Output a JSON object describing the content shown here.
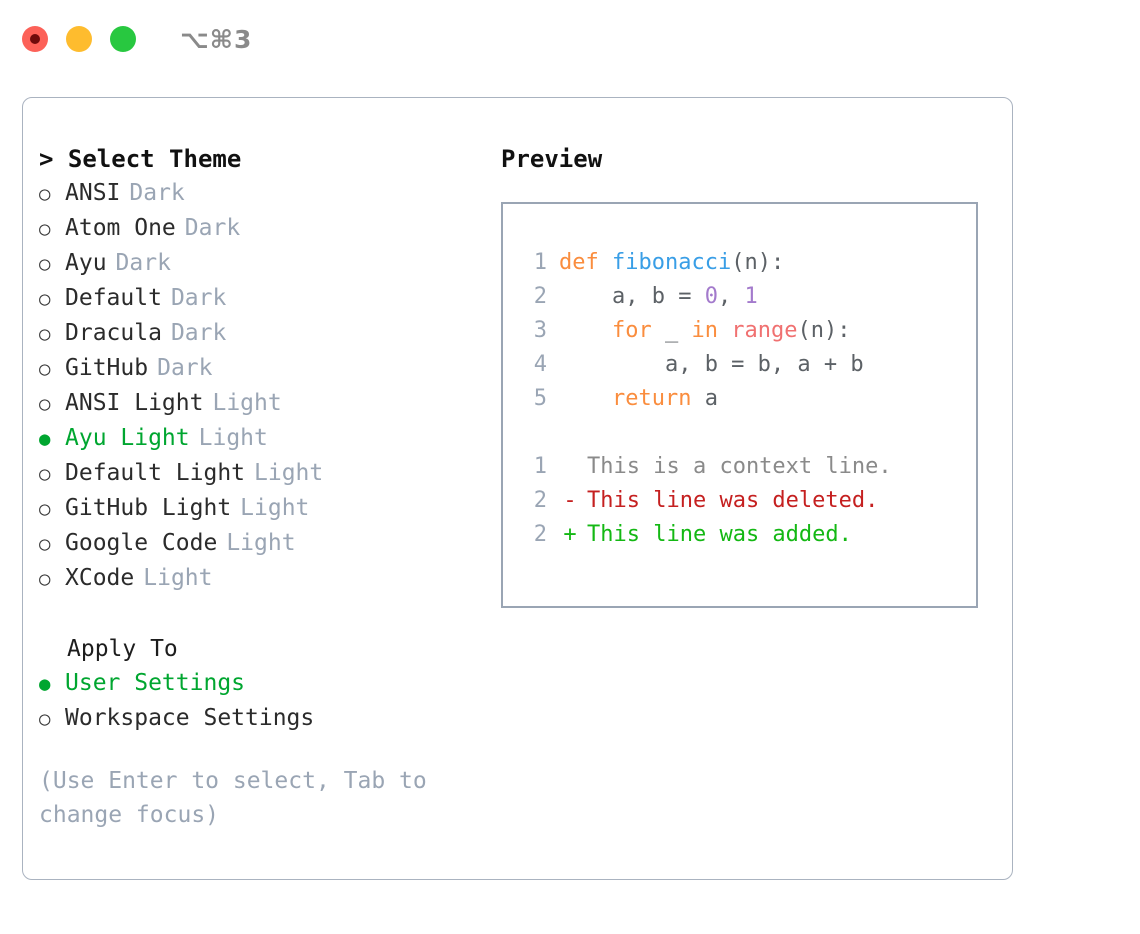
{
  "titlebar": {
    "shortcut": "⌥⌘3",
    "buttons": [
      {
        "name": "close-button",
        "color": "#fc6158"
      },
      {
        "name": "minimize-button",
        "color": "#febc2e"
      },
      {
        "name": "maximize-button",
        "color": "#28c840"
      }
    ]
  },
  "theme_picker": {
    "heading": "> Select Theme",
    "items": [
      {
        "marker": "○",
        "label": "ANSI",
        "suffix": "Dark",
        "selected": false
      },
      {
        "marker": "○",
        "label": "Atom One",
        "suffix": "Dark",
        "selected": false
      },
      {
        "marker": "○",
        "label": "Ayu",
        "suffix": "Dark",
        "selected": false
      },
      {
        "marker": "○",
        "label": "Default",
        "suffix": "Dark",
        "selected": false
      },
      {
        "marker": "○",
        "label": "Dracula",
        "suffix": "Dark",
        "selected": false
      },
      {
        "marker": "○",
        "label": "GitHub",
        "suffix": "Dark",
        "selected": false
      },
      {
        "marker": "○",
        "label": "ANSI Light",
        "suffix": "Light",
        "selected": false
      },
      {
        "marker": "●",
        "label": "Ayu Light",
        "suffix": "Light",
        "selected": true
      },
      {
        "marker": "○",
        "label": "Default Light",
        "suffix": "Light",
        "selected": false
      },
      {
        "marker": "○",
        "label": "GitHub Light",
        "suffix": "Light",
        "selected": false
      },
      {
        "marker": "○",
        "label": "Google Code",
        "suffix": "Light",
        "selected": false
      },
      {
        "marker": "○",
        "label": "XCode",
        "suffix": "Light",
        "selected": false
      }
    ]
  },
  "apply_to": {
    "heading": "Apply To",
    "items": [
      {
        "marker": "●",
        "label": "User Settings",
        "selected": true
      },
      {
        "marker": "○",
        "label": "Workspace Settings",
        "selected": false
      }
    ]
  },
  "hint": "(Use Enter to select, Tab to change focus)",
  "preview": {
    "heading": "Preview",
    "code_lines": [
      {
        "no": "1",
        "tokens": [
          {
            "text": "def ",
            "kind": "keyword"
          },
          {
            "text": "fibonacci",
            "kind": "func"
          },
          {
            "text": "(n):",
            "kind": "plain"
          }
        ]
      },
      {
        "no": "2",
        "tokens": [
          {
            "text": "    a, b = ",
            "kind": "plain"
          },
          {
            "text": "0",
            "kind": "number"
          },
          {
            "text": ", ",
            "kind": "plain"
          },
          {
            "text": "1",
            "kind": "number"
          }
        ]
      },
      {
        "no": "3",
        "tokens": [
          {
            "text": "    ",
            "kind": "plain"
          },
          {
            "text": "for",
            "kind": "keyword"
          },
          {
            "text": " _ ",
            "kind": "plain"
          },
          {
            "text": "in",
            "kind": "keyword"
          },
          {
            "text": " ",
            "kind": "plain"
          },
          {
            "text": "range",
            "kind": "builtin"
          },
          {
            "text": "(n):",
            "kind": "plain"
          }
        ]
      },
      {
        "no": "4",
        "tokens": [
          {
            "text": "        a, b = b, a + b",
            "kind": "plain"
          }
        ]
      },
      {
        "no": "5",
        "tokens": [
          {
            "text": "    ",
            "kind": "plain"
          },
          {
            "text": "return",
            "kind": "keyword"
          },
          {
            "text": " a",
            "kind": "plain"
          }
        ]
      }
    ],
    "diff_lines": [
      {
        "no": "1",
        "sign": " ",
        "text": "This is a context line.",
        "kind": "context"
      },
      {
        "no": "2",
        "sign": "-",
        "text": "This line was deleted.",
        "kind": "del"
      },
      {
        "no": "2",
        "sign": "+",
        "text": "This line was added.",
        "kind": "add"
      }
    ]
  },
  "colors": {
    "accent_green": "#00a630",
    "muted": "#9aa5b4",
    "keyword": "#fa8d3e",
    "function": "#399ee6",
    "number": "#a37acc",
    "builtin": "#f07171",
    "diff_added": "#14b814",
    "diff_deleted": "#c52020",
    "border": "#aab3c0"
  }
}
